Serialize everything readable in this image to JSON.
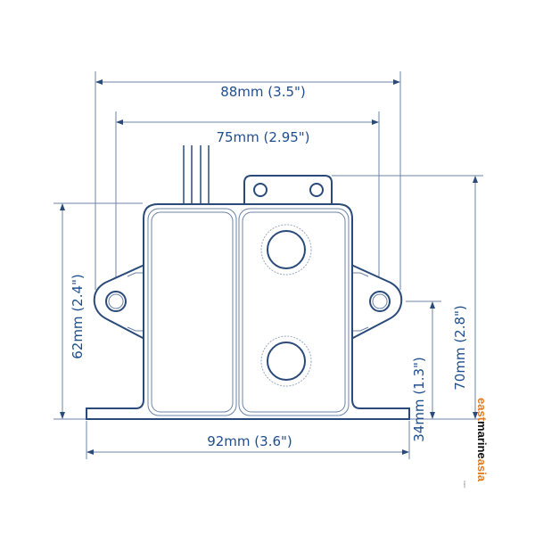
{
  "dimensions": {
    "width_ears_outer": "88mm (3.5\")",
    "width_holes": "75mm (2.95\")",
    "height_body": "62mm  (2.4\")",
    "height_total": "70mm (2.8\")",
    "height_holes": "34mm (1.3\")",
    "width_base": "92mm  (3.6\")"
  },
  "logo": {
    "part1": "east",
    "part2": "marine",
    "part3": "asia",
    "suffix": ".com"
  },
  "colors": {
    "line": "#2a4a7a",
    "text": "#1f4e8c",
    "logo_orange": "#e07b22",
    "logo_black": "#111111"
  }
}
